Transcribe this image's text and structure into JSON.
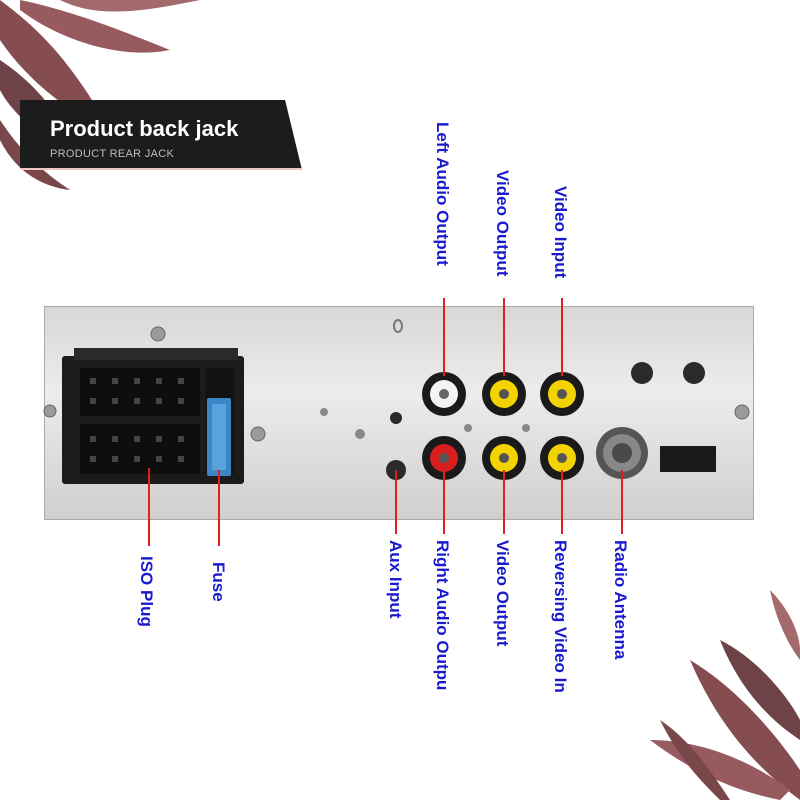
{
  "banner": {
    "title": "Product back jack",
    "subtitle": "PRODUCT REAR JACK"
  },
  "labels_top": [
    {
      "id": "left-audio-output",
      "text": "Left Audio Output"
    },
    {
      "id": "video-output-top",
      "text": "Video Output"
    },
    {
      "id": "video-input",
      "text": "Video Input"
    }
  ],
  "labels_bottom": [
    {
      "id": "iso-plug",
      "text": "ISO Plug"
    },
    {
      "id": "fuse",
      "text": "Fuse"
    },
    {
      "id": "aux-input",
      "text": "Aux Input"
    },
    {
      "id": "right-audio-output",
      "text": "Right Audio Outpu"
    },
    {
      "id": "video-output-bottom",
      "text": "Video Output"
    },
    {
      "id": "reversing-video-in",
      "text": "Reversing Video In"
    },
    {
      "id": "radio-antenna",
      "text": "Radio Antenna"
    }
  ],
  "colors": {
    "label": "#1a1acf",
    "leader": "#e02020",
    "rca_white": "#f4f4f4",
    "rca_red": "#d61e1e",
    "rca_yellow": "#f2d200",
    "fuse": "#3c86c8"
  }
}
